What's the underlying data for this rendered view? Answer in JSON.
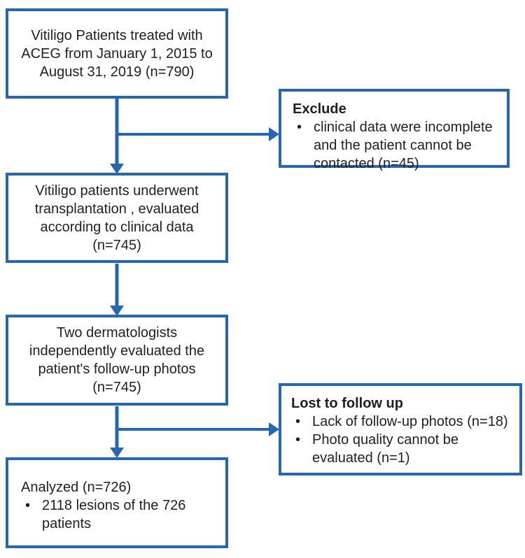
{
  "bullet_char": "•",
  "colors": {
    "line_blue": "#2767b0",
    "text": "#1f1f1f",
    "background": "#ffffff"
  },
  "flowchart": {
    "enrollment_box": {
      "text": "Vitiligo Patients treated with\nACEG from January 1, 2015 to\nAugust 31, 2019 (n=790)"
    },
    "exclude_box": {
      "title": "Exclude",
      "bullets": [
        "clinical data were incomplete\nand the patient cannot be\ncontacted (n=45)"
      ]
    },
    "clinical_box": {
      "text": "Vitiligo patients underwent\ntransplantation , evaluated\naccording to clinical data\n(n=745)"
    },
    "dermatology_box": {
      "text": "Two dermatologists\nindependently evaluated the\npatient's follow-up photos\n(n=745)"
    },
    "lost_box": {
      "title": "Lost to follow up",
      "bullets": [
        "Lack of follow-up photos (n=18)",
        "Photo quality cannot be\nevaluated (n=1)"
      ]
    },
    "analyzed_box": {
      "title": "Analyzed (n=726)",
      "bullets": [
        "2118 lesions of the 726\npatients"
      ]
    }
  }
}
